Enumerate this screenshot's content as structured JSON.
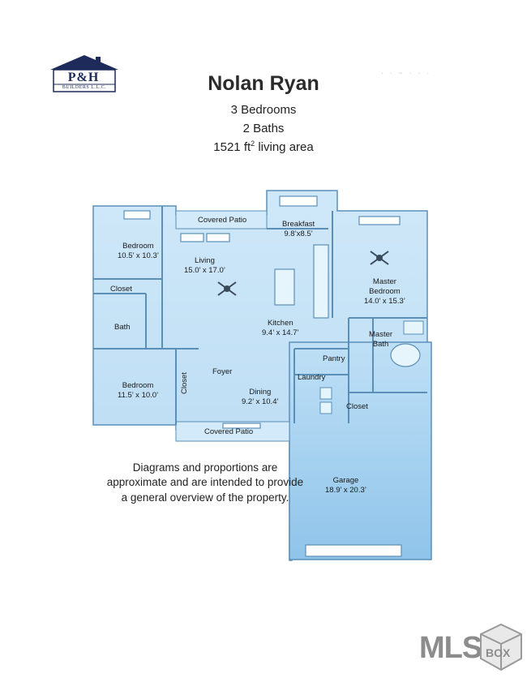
{
  "logo": {
    "name": "P&H",
    "subtitle": "BUILDERS L.L.C."
  },
  "header": {
    "title": "Nolan Ryan",
    "bedrooms": "3 Bedrooms",
    "baths": "2 Baths",
    "area_number": "1521 ft",
    "area_sup": "2",
    "area_suffix": " living area"
  },
  "floorplan": {
    "rooms": {
      "bedroom_top": {
        "name": "Bedroom",
        "size": "10.5’ x 10.3’"
      },
      "closet_top": "Closet",
      "bath_left": "Bath",
      "bedroom_bottom": {
        "name": "Bedroom",
        "size": "11.5’ x 10.0’"
      },
      "closet_side": "Closet",
      "covered_patio_top": "Covered Patio",
      "living": {
        "name": "Living",
        "size": "15.0’ x 17.0’"
      },
      "breakfast": {
        "name": "Breakfast",
        "size": "9.8’x8.5’"
      },
      "kitchen": {
        "name": "Kitchen",
        "size": "9.4’ x 14.7’"
      },
      "foyer": "Foyer",
      "dining": {
        "name": "Dining",
        "size": "9.2’ x 10.4’"
      },
      "covered_patio_bottom": "Covered Patio",
      "pantry": "Pantry",
      "laundry": "Laundry",
      "closet_right": "Closet",
      "master_bedroom": {
        "name": "Master",
        "name2": "Bedroom",
        "size": "14.0’ x 15.3’"
      },
      "master_bath": {
        "name": "Master",
        "name2": "Bath"
      },
      "garage": {
        "name": "Garage",
        "size": "18.9’ x 20.3’"
      }
    }
  },
  "disclaimer": "Diagrams and proportions are approximate and are intended to provide a general overview of the property.",
  "watermark": {
    "text": "MLS",
    "box_letters": "BOX"
  },
  "colors": {
    "plan_blue": "#bfe0f6",
    "plan_line": "#5b8fb8",
    "logo_navy": "#1d2a5a",
    "watermark_gray": "#8c8c8c"
  }
}
